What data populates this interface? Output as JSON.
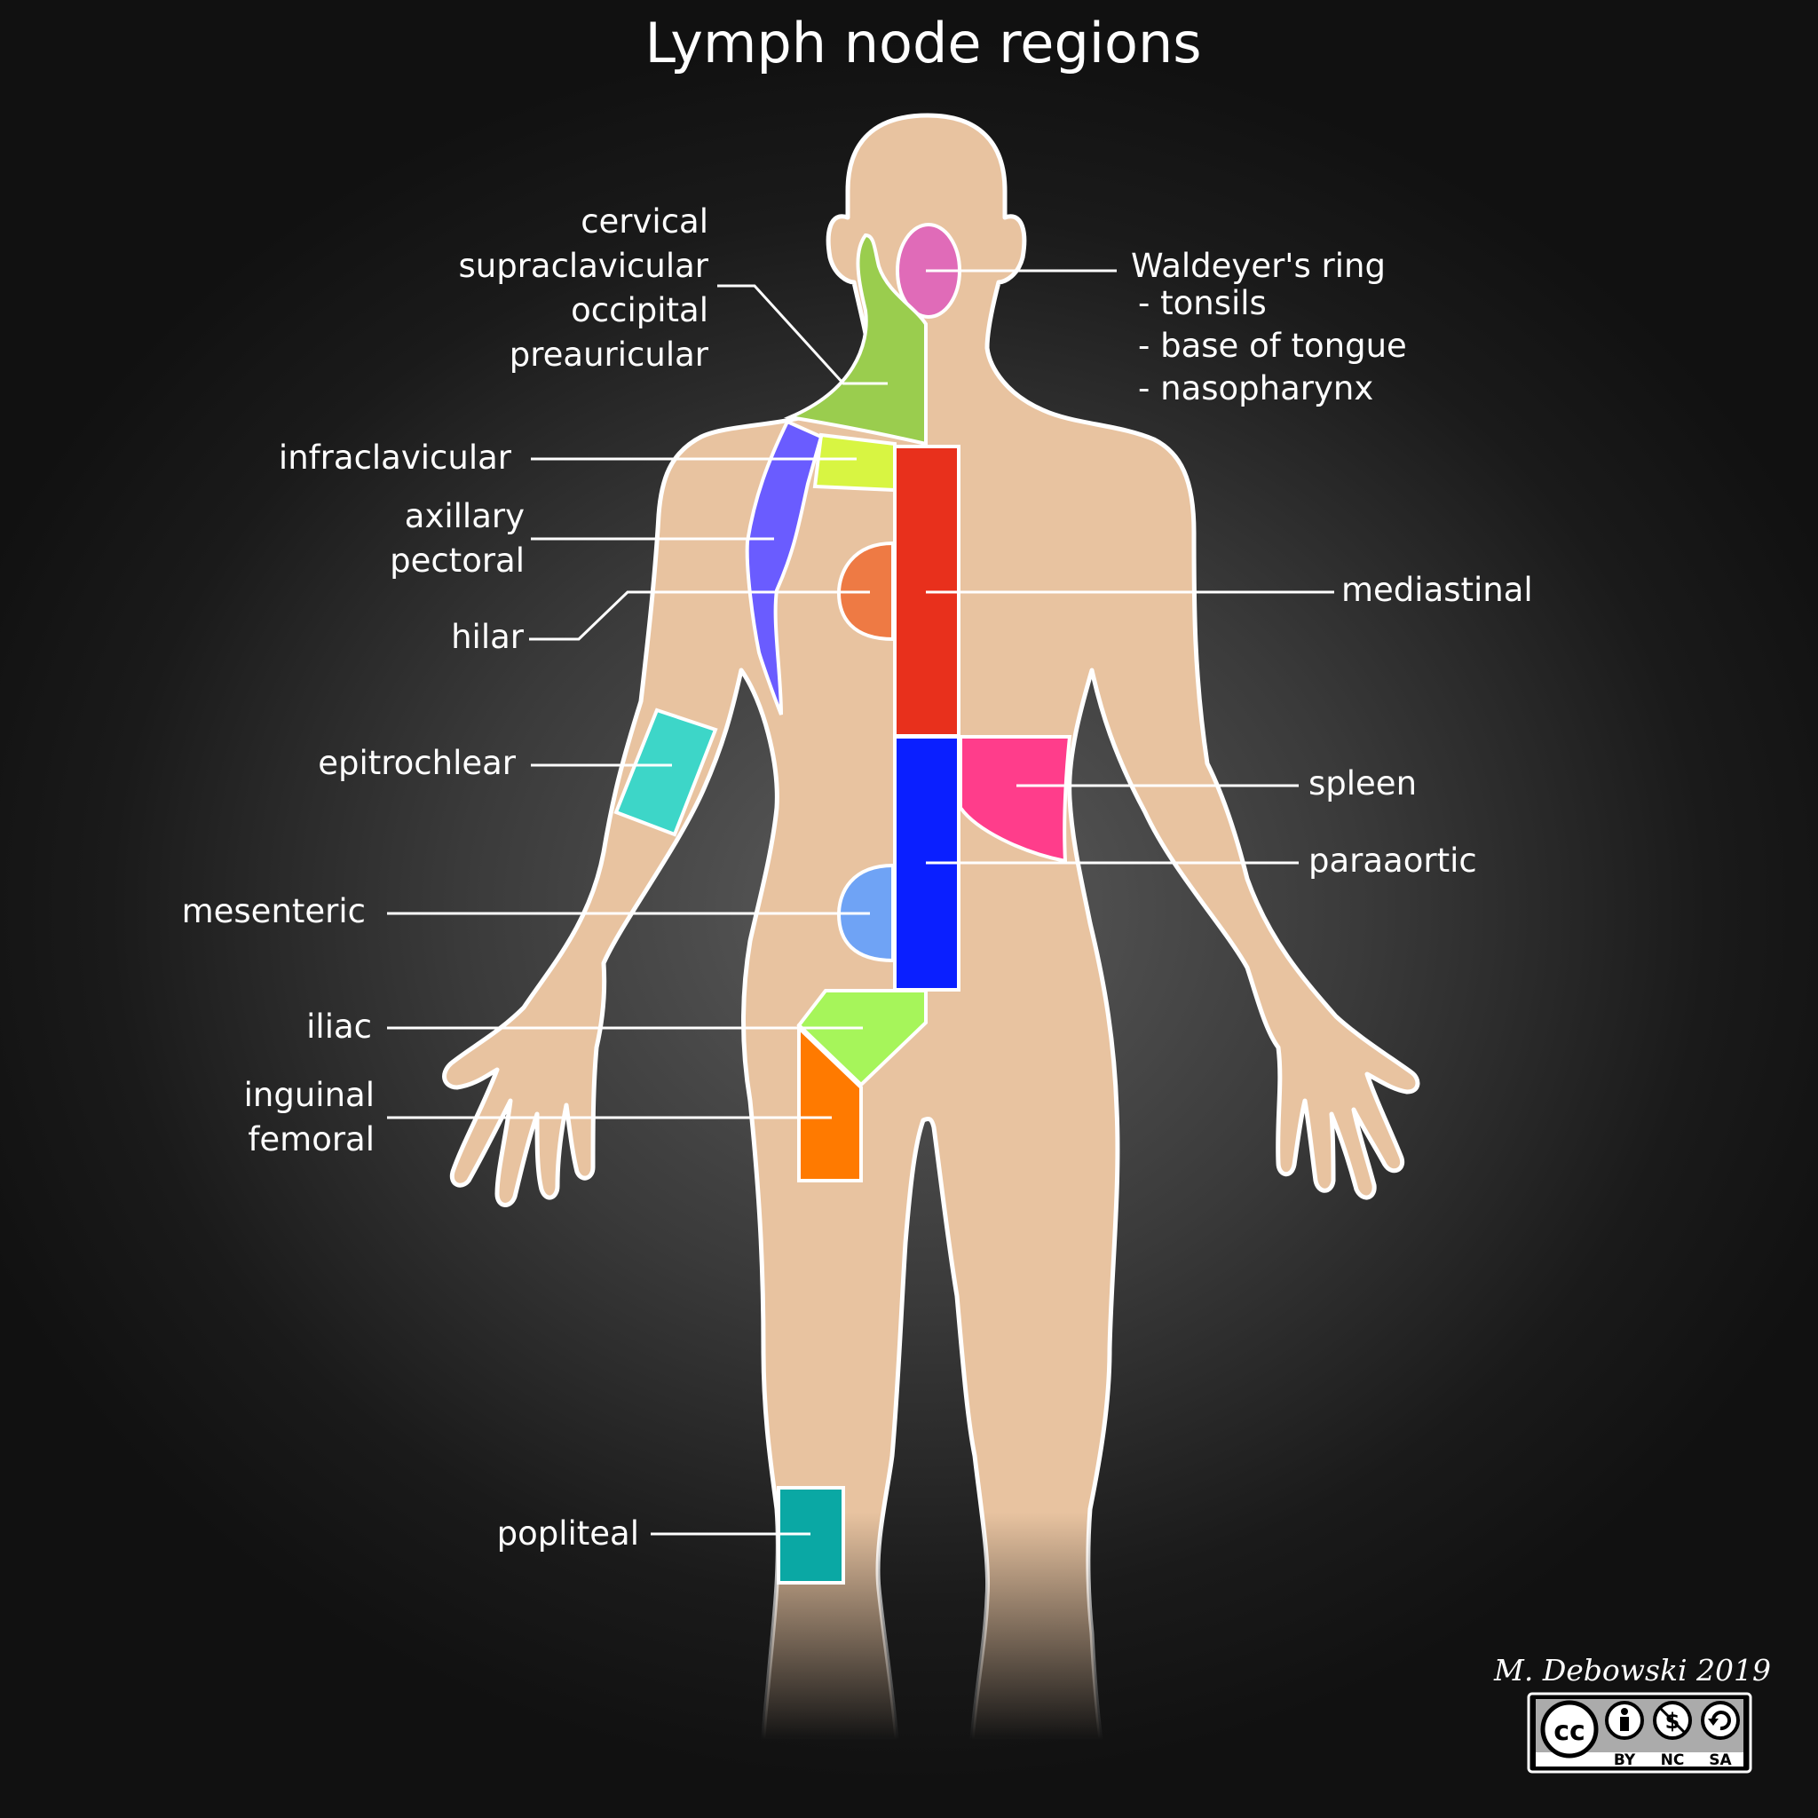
{
  "title": "Lymph node regions",
  "colors": {
    "background": "#1a1a1a",
    "skin": "#e8c3a0",
    "outline": "#ffffff",
    "waldeyer": "#e06bb8",
    "cervical": "#9acd4e",
    "infraclavicular": "#d8f542",
    "axillary": "#6a5cff",
    "mediastinal": "#e8301c",
    "hilar": "#ee7a44",
    "epitrochlear": "#3dd6c8",
    "spleen": "#ff3d8b",
    "paraaortic": "#0a1fff",
    "mesenteric": "#6fa3f5",
    "iliac": "#a6f55a",
    "inguinal": "#ff7a00",
    "popliteal": "#0aa8a4"
  },
  "labels": {
    "cervical": [
      "cervical",
      "supraclavicular",
      "occipital",
      "preauricular"
    ],
    "waldeyer": [
      "Waldeyer's ring",
      "- tonsils",
      "- base of tongue",
      "- nasopharynx"
    ],
    "infraclavicular": "infraclavicular",
    "axillary": [
      "axillary",
      "pectoral"
    ],
    "hilar": "hilar",
    "mediastinal": "mediastinal",
    "epitrochlear": "epitrochlear",
    "spleen": "spleen",
    "paraaortic": "paraaortic",
    "mesenteric": "mesenteric",
    "iliac": "iliac",
    "inguinal": [
      "inguinal",
      "femoral"
    ],
    "popliteal": "popliteal"
  },
  "credit": "M. Debowski 2019",
  "license": {
    "cc": "cc",
    "items": [
      "BY",
      "NC",
      "SA"
    ]
  }
}
